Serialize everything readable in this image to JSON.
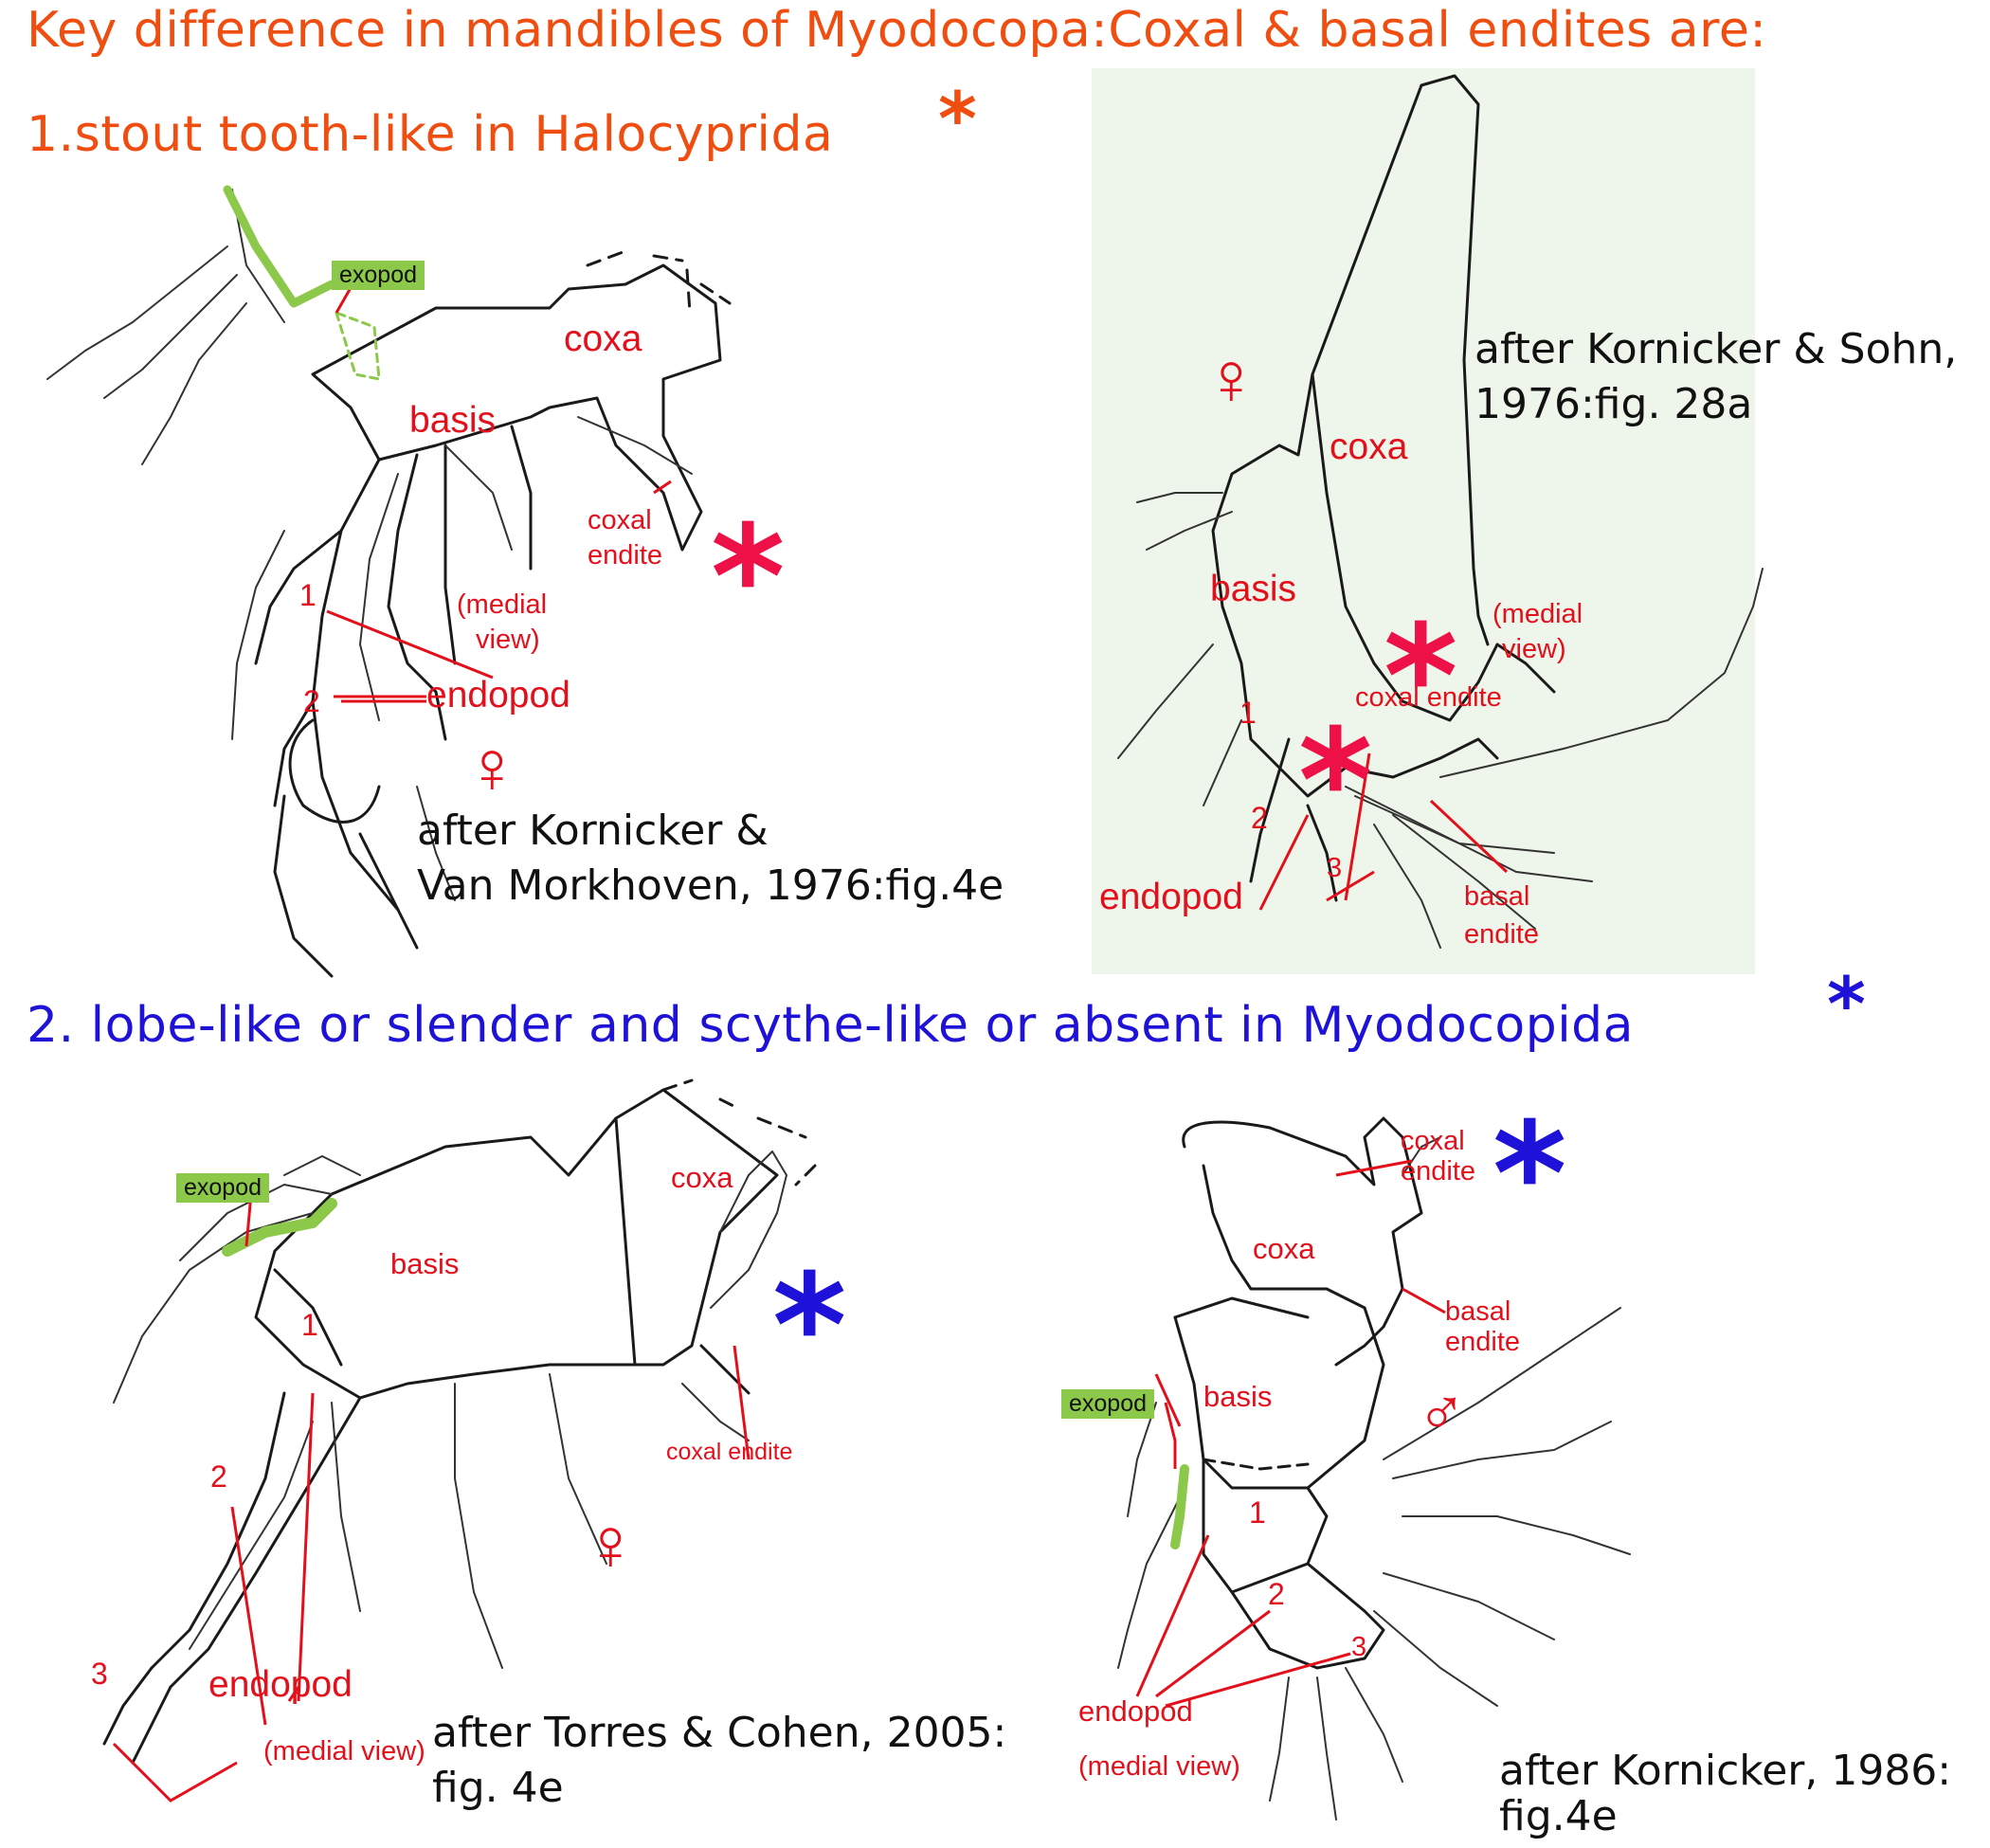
{
  "headings": {
    "title": "Key difference in mandibles of Myodocopa:Coxal & basal endites are:",
    "point1": "1.stout tooth-like in Halocyprida",
    "point2": "2. lobe-like or slender and scythe-like or absent in Myodocopida",
    "asterisk": "*"
  },
  "panels": {
    "top_left": {
      "exopod": "exopod",
      "coxa": "coxa",
      "basis": "basis",
      "coxal_endite_line1": "coxal",
      "coxal_endite_line2": "endite",
      "medial_view_line1": "(medial",
      "medial_view_line2": "view)",
      "segment_1": "1",
      "segment_2": "2",
      "endopod": "endopod",
      "sex_symbol": "♀",
      "credit_line1": "after Kornicker &",
      "credit_line2": "Van Morkhoven, 1976:fig.4e",
      "asterisk": "*"
    },
    "top_right": {
      "credit_line1": "after Kornicker & Sohn,",
      "credit_line2": "1976:fig. 28a",
      "sex_symbol": "♀",
      "coxa": "coxa",
      "basis": "basis",
      "medial_view_line1": "(medial",
      "medial_view_line2": "view)",
      "coxal_endite": "coxal endite",
      "segment_1": "1",
      "segment_2": "2",
      "segment_3": "3",
      "endopod": "endopod",
      "basal_endite_line1": "basal",
      "basal_endite_line2": "endite",
      "asterisk": "*"
    },
    "bottom_left": {
      "exopod": "exopod",
      "coxa": "coxa",
      "basis": "basis",
      "segment_1": "1",
      "segment_2": "2",
      "segment_3": "3",
      "coxal_endite": "coxal endite",
      "endopod": "endopod",
      "medial_view": "(medial view)",
      "sex_symbol": "♀",
      "credit_line1": "after Torres & Cohen, 2005:",
      "credit_line2": "fig. 4e",
      "asterisk": "*"
    },
    "bottom_right": {
      "coxal_endite_line1": "coxal",
      "coxal_endite_line2": "endite",
      "coxa": "coxa",
      "basal_endite_line1": "basal",
      "basal_endite_line2": "endite",
      "basis": "basis",
      "exopod": "exopod",
      "segment_1": "1",
      "segment_2": "2",
      "segment_3": "3",
      "endopod": "endopod",
      "medial_view": "(medial view)",
      "sex_symbol": "♂",
      "credit_line1": "after Kornicker, 1986:",
      "credit_line2": "fig.4e",
      "asterisk": "*"
    }
  },
  "colors": {
    "heading_orange": "#f04d10",
    "heading_blue": "#1f12d8",
    "label_red": "#e3101c",
    "asterisk_red": "#ee1148",
    "asterisk_blue": "#1f12d8",
    "exopod_green": "#8cc94a",
    "panel_background": "#eef5ea"
  }
}
